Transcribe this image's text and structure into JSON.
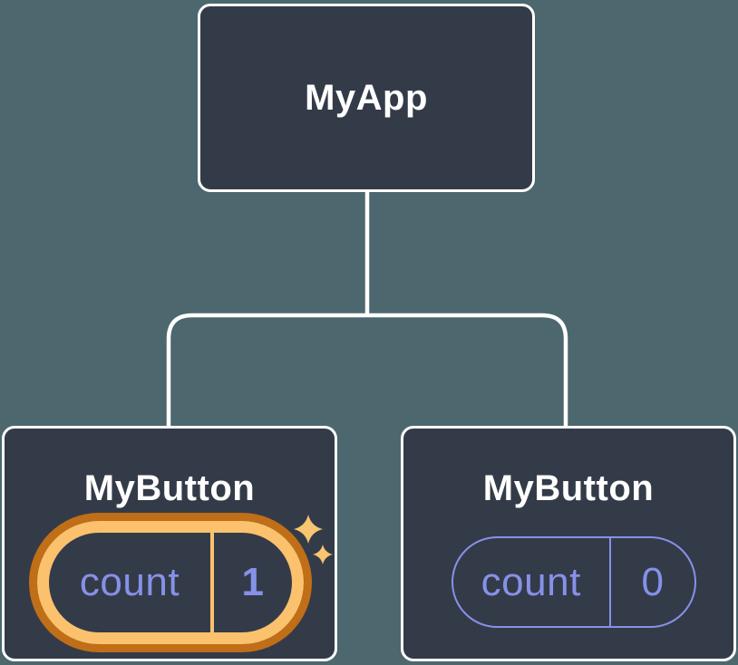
{
  "diagram": {
    "description": "component tree",
    "colors": {
      "background": "#4c676e",
      "node_fill": "#343b48",
      "node_border": "#ffffff",
      "connector": "#ffffff",
      "state_purple": "#8691e9",
      "highlight_ring_outer": "#c06e17",
      "highlight_ring_inner": "#fbc16d",
      "sparkle_gold": "#f8c571"
    },
    "nodes": {
      "root": {
        "label": "MyApp"
      },
      "child_left": {
        "label": "MyButton",
        "state_name": "count",
        "state_value": "1",
        "highlighted": true
      },
      "child_right": {
        "label": "MyButton",
        "state_name": "count",
        "state_value": "0",
        "highlighted": false
      }
    },
    "icons": {
      "sparkle": "✦"
    }
  }
}
